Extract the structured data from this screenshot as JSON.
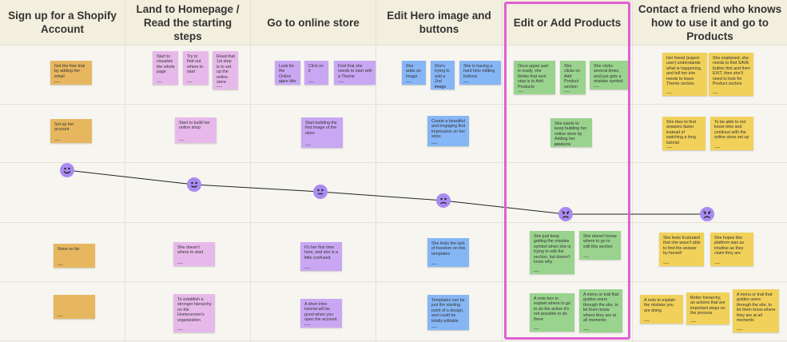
{
  "columns": [
    {
      "title": "Sign up for a Shopify Account"
    },
    {
      "title": "Land to Homepage / Read the starting steps"
    },
    {
      "title": "Go to online store"
    },
    {
      "title": "Edit Hero image and buttons"
    },
    {
      "title": "Edit or Add Products"
    },
    {
      "title": "Contact a friend who knows how to use it and go to Products"
    }
  ],
  "notes": [
    {
      "id": "c1r1",
      "text": "Get the free trial by adding her email",
      "color": "orange"
    },
    {
      "id": "c1r2",
      "text": "Set up her account",
      "color": "orange"
    },
    {
      "id": "c1r4",
      "text": "None so far",
      "color": "orange"
    },
    {
      "id": "c1r5",
      "text": "",
      "color": "orange"
    },
    {
      "id": "c2r1a",
      "text": "Start to visualize the whole page",
      "color": "pink"
    },
    {
      "id": "c2r1b",
      "text": "Try to find out where to start",
      "color": "pink"
    },
    {
      "id": "c2r1c",
      "text": "Read that 1st step is to set up the online store",
      "color": "pink"
    },
    {
      "id": "c2r2",
      "text": "Start to build her online shop",
      "color": "pink"
    },
    {
      "id": "c2r4",
      "text": "She doesn't where to start",
      "color": "pink"
    },
    {
      "id": "c2r5",
      "text": "To establish a stronger hierarchy on the Homescreen's organization",
      "color": "pink"
    },
    {
      "id": "c3r1a",
      "text": "Look for the Online store title",
      "color": "purple"
    },
    {
      "id": "c3r1b",
      "text": "Click on it",
      "color": "purple"
    },
    {
      "id": "c3r1c",
      "text": "Find that she needs to start with a Theme",
      "color": "purple"
    },
    {
      "id": "c3r2",
      "text": "Start building the first image of the store",
      "color": "purple"
    },
    {
      "id": "c3r4",
      "text": "It's her first time here, and she is a little confused",
      "color": "purple"
    },
    {
      "id": "c3r5",
      "text": "A short intro tutorial will be good when you open the account",
      "color": "purple"
    },
    {
      "id": "c4r1a",
      "text": "She adds an image",
      "color": "blue"
    },
    {
      "id": "c4r1b",
      "text": "She's trying to add a 2nd image",
      "color": "blue"
    },
    {
      "id": "c4r1c",
      "text": "She is having a hard time editing buttons",
      "color": "blue"
    },
    {
      "id": "c4r2",
      "text": "Create a beautiful and engaging first impression on her store",
      "color": "blue"
    },
    {
      "id": "c4r4",
      "text": "She feels the lack of freedom on this templates",
      "color": "blue"
    },
    {
      "id": "c4r5",
      "text": "Templates can be just the starting point of a design, and could be totally editable",
      "color": "blue"
    },
    {
      "id": "c5r1a",
      "text": "Once upper part is ready, she thinks that next step is to Add Products",
      "color": "green"
    },
    {
      "id": "c5r1b",
      "text": "She clicks on Add Product section",
      "color": "green"
    },
    {
      "id": "c5r1c",
      "text": "She clicks several times, and just gets a mistake symbol",
      "color": "green"
    },
    {
      "id": "c5r2",
      "text": "She wants to keep building her online store by Adding her products",
      "color": "green"
    },
    {
      "id": "c5r4a",
      "text": "She just keep getting the mistake symbol when she is trying to edit the section, but doesn't know why",
      "color": "green"
    },
    {
      "id": "c5r4b",
      "text": "She doesn't know where to go to edit this section",
      "color": "green"
    },
    {
      "id": "c5r5a",
      "text": "A note box to explain where to go to do the action it's not possible to do there",
      "color": "green"
    },
    {
      "id": "c5r5b",
      "text": "A menu or trail that guides users through the site, to let them know where they are at all moments",
      "color": "green"
    },
    {
      "id": "c6r1a",
      "text": "Her friend (expert user) understands what is happening, and tell her she needs to leave Theme section",
      "color": "yellow"
    },
    {
      "id": "c6r1b",
      "text": "She explained, she needs to find SAVE button first and then EXIT, then she'll need to look for Product section",
      "color": "yellow"
    },
    {
      "id": "c6r2a",
      "text": "She tries to find answers faster instead of watching a long tutorial",
      "color": "yellow"
    },
    {
      "id": "c6r2b",
      "text": "To be able to not loose time and continue with the online store set up",
      "color": "yellow"
    },
    {
      "id": "c6r4a",
      "text": "She feels frustrated that she wasn't able to find the answer by herself",
      "color": "yellow"
    },
    {
      "id": "c6r4b",
      "text": "She hopes this platform was as intuitive as they claim they are",
      "color": "yellow"
    },
    {
      "id": "c6r5a",
      "text": "A note to explain the mistake you are doing",
      "color": "yellow"
    },
    {
      "id": "c6r5b",
      "text": "Better hierarchy, an actions that are important steps on the process",
      "color": "yellow"
    },
    {
      "id": "c6r5c",
      "text": "A menu or trail that guides users through the site, to let them know where they are at all moments",
      "color": "yellow"
    }
  ],
  "emotions": [
    {
      "id": "e1",
      "mood": "happy"
    },
    {
      "id": "e2",
      "mood": "happy"
    },
    {
      "id": "e3",
      "mood": "neutral"
    },
    {
      "id": "e4",
      "mood": "sad"
    },
    {
      "id": "e5",
      "mood": "angry"
    },
    {
      "id": "e6",
      "mood": "angry"
    }
  ],
  "highlight_color": "#e05fd0"
}
